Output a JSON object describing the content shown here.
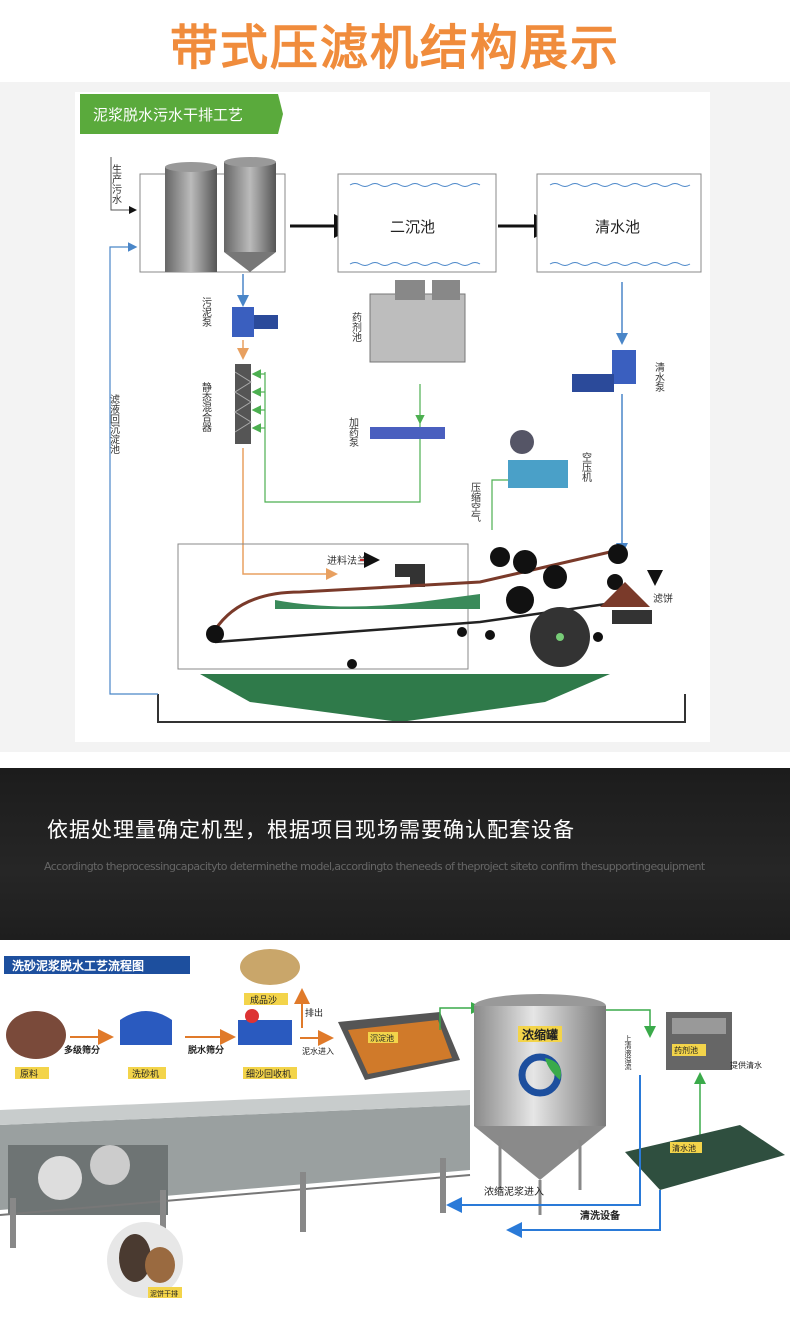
{
  "title": "带式压滤机结构展示",
  "diagram1": {
    "banner": "泥浆脱水污水干排工艺",
    "source_label": "生产污水",
    "tank2": "二沉池",
    "tank3": "清水池",
    "sludge_pump": "污泥泵",
    "chem_pool": "药剂池",
    "clear_pump": "清水泵",
    "static_mixer": "静态混合器",
    "dosing_pump": "加药泵",
    "air_compressor": "空压机",
    "compressed_air": "压缩空气",
    "return_label": "滤液回沉淀池",
    "feed_flange": "进料法兰",
    "filter_cake": "滤饼"
  },
  "banner2": {
    "headline": "依据处理量确定机型，根据项目现场需要确认配套设备",
    "subline": "Accordingto theprocessingcapacityto determinethe model,accordingto theneeds of theproject siteto confirm thesupportingequipment"
  },
  "diagram2": {
    "banner": "洗砂泥浆脱水工艺流程图",
    "raw": "原料",
    "multi_screen": "多级筛分",
    "sand_washer": "洗砂机",
    "dewater_screen": "脱水筛分",
    "fine_sand": "细沙回收机",
    "product_sand": "成品沙",
    "discharge": "排出",
    "mud_in": "泥水进入",
    "settle_pool": "沉淀池",
    "thickener": "浓缩罐",
    "supernatant": "上清液溢流",
    "chem_tank": "药剂池",
    "supply_water": "提供清水",
    "clear_pool": "清水池",
    "thick_in": "浓缩泥浆进入",
    "wash_equip": "清洗设备",
    "cake_dry": "泥饼干排"
  },
  "colors": {
    "title": "#f08c3c",
    "banner_green": "#5aaa3c",
    "banner_blue": "#1d4f9e"
  }
}
